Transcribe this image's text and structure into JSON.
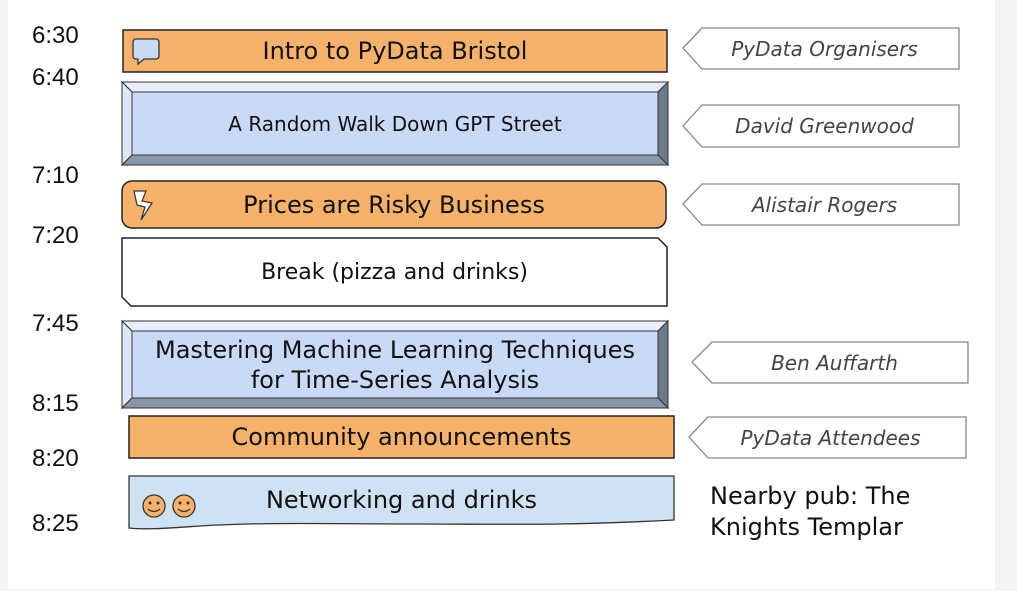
{
  "times": [
    "6:30",
    "6:40",
    "7:10",
    "7:20",
    "7:45",
    "8:15",
    "8:20",
    "8:25"
  ],
  "sessions": [
    {
      "title": "Intro to PyData Bristol",
      "speaker": "PyData Organisers",
      "icon": "speech-bubble-icon",
      "color": "#f6b26b"
    },
    {
      "title": "A Random Walk Down GPT Street",
      "speaker": "David Greenwood",
      "color": "#c9daf8"
    },
    {
      "title": "Prices are Risky Business",
      "speaker": "Alistair Rogers",
      "icon": "lightning-icon",
      "color": "#f6b26b"
    },
    {
      "title": "Break (pizza and drinks)",
      "color": "#ffffff"
    },
    {
      "title_lines": [
        "Mastering Machine Learning Techniques",
        "for Time-Series Analysis"
      ],
      "speaker": "Ben Auffarth",
      "color": "#c9daf8"
    },
    {
      "title": "Community announcements",
      "speaker": "PyData Attendees",
      "color": "#f6b26b"
    },
    {
      "title": "Networking and drinks",
      "icon": "smiley-faces-icon",
      "color": "#cfe2f3"
    }
  ],
  "pub_note": [
    "Nearby pub: The",
    "Knights Templar"
  ]
}
